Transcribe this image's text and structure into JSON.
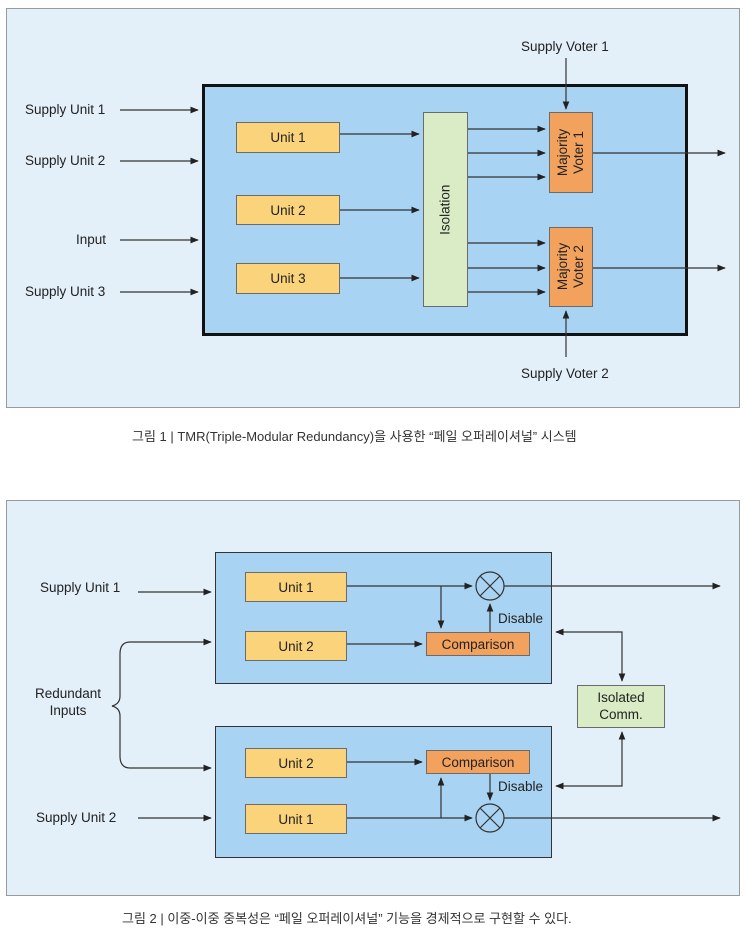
{
  "fig1": {
    "supply_unit_1": "Supply Unit 1",
    "supply_unit_2": "Supply Unit 2",
    "input": "Input",
    "supply_unit_3": "Supply Unit 3",
    "unit_1": "Unit 1",
    "unit_2": "Unit 2",
    "unit_3": "Unit 3",
    "isolation": "Isolation",
    "majority_voter_1": "Majority Voter 1",
    "majority_voter_2": "Majority Voter 2",
    "supply_voter_1": "Supply Voter 1",
    "supply_voter_2": "Supply Voter 2",
    "caption": "그림 1 | TMR(Triple-Modular Redundancy)을 사용한 “페일 오퍼레이셔널” 시스템"
  },
  "fig2": {
    "supply_unit_1": "Supply Unit 1",
    "supply_unit_2": "Supply Unit 2",
    "redundant_inputs": "Redundant Inputs",
    "top_unit_1": "Unit 1",
    "top_unit_2": "Unit 2",
    "top_comparison": "Comparison",
    "top_disable": "Disable",
    "bottom_unit_2": "Unit 2",
    "bottom_unit_1": "Unit 1",
    "bottom_comparison": "Comparison",
    "bottom_disable": "Disable",
    "isolated_comm": "Isolated Comm.",
    "caption": "그림 2 | 이중-이중 중복성은 “페일 오퍼레이셔널” 기능을 경제적으로 구현할 수 있다."
  },
  "colors": {
    "panel_bg": "#e3eff9",
    "core_bg": "#a9d3f2",
    "unit_fill": "#fbd37a",
    "voter_fill": "#f3a25d",
    "isolation_fill": "#d9ecc6"
  }
}
